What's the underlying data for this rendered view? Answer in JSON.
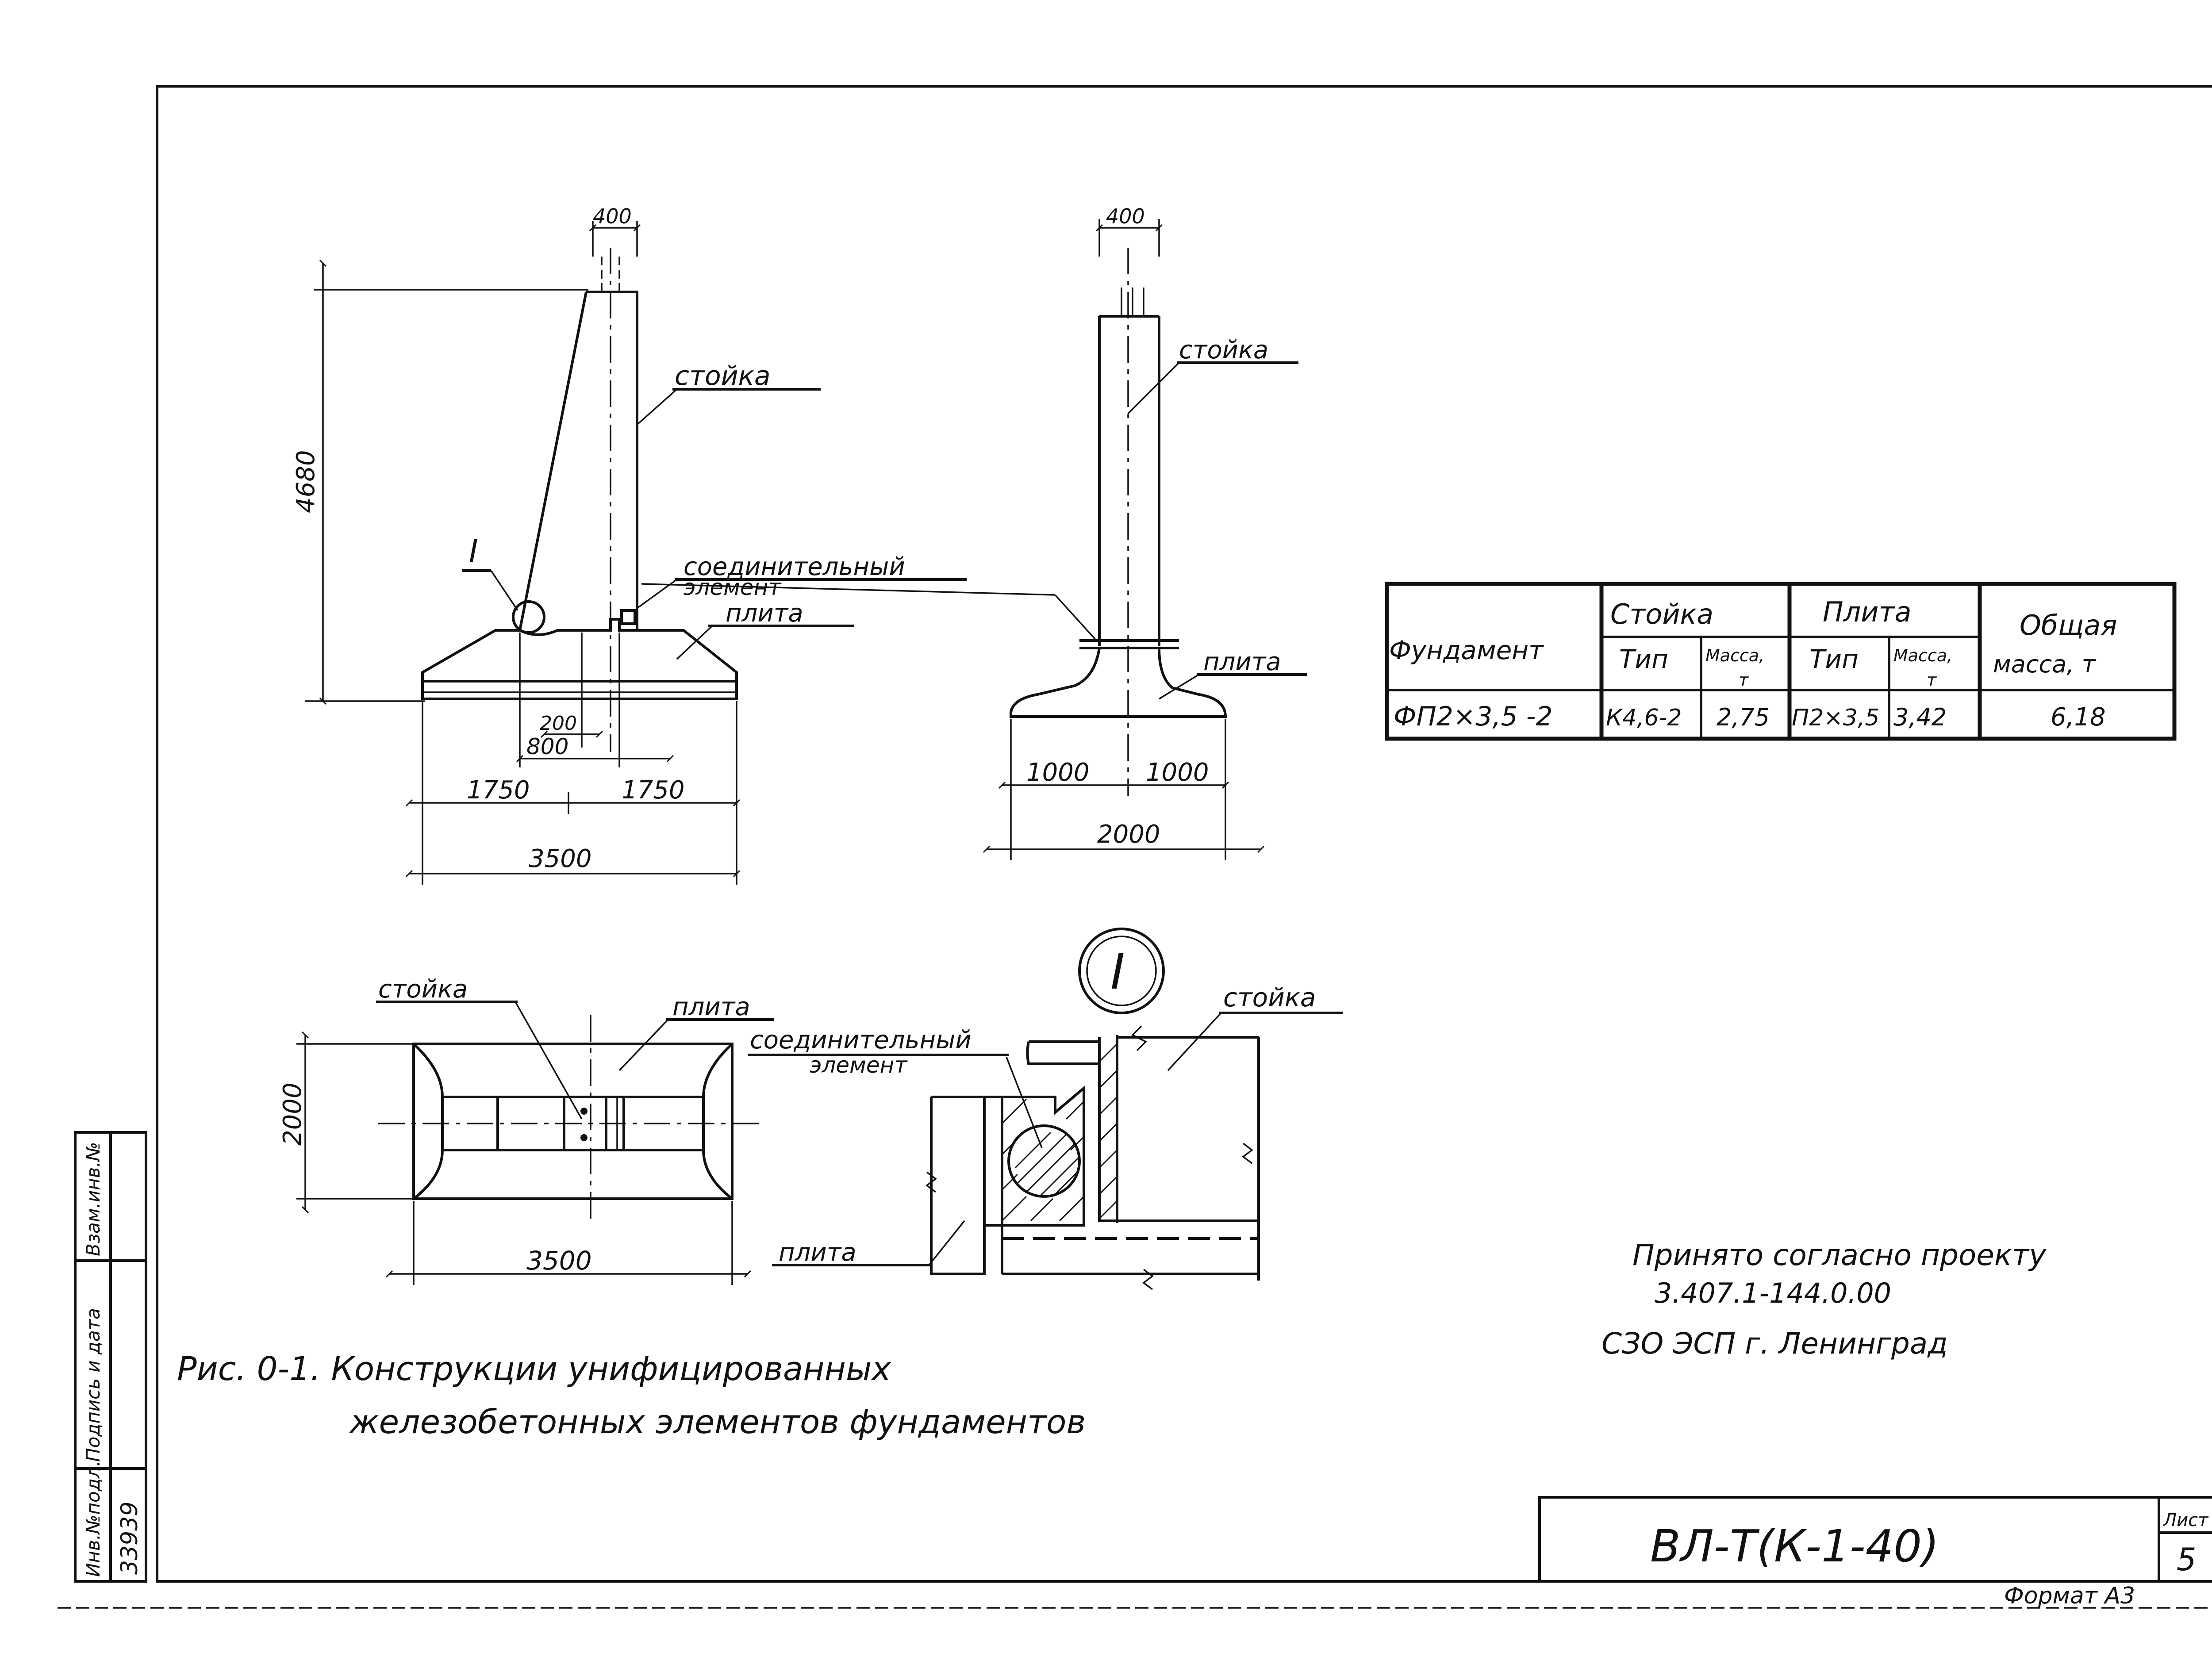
{
  "elevation_front": {
    "dim_top": "400",
    "dim_height": "4680",
    "label_post": "стойка",
    "label_detail_mark": "I",
    "label_connector_1": "соединительный",
    "label_connector_2": "элемент",
    "label_slab": "плита",
    "dim_200": "200",
    "dim_800": "800",
    "dim_left": "1750",
    "dim_right": "1750",
    "dim_total": "3500"
  },
  "elevation_side": {
    "dim_top": "400",
    "label_post": "стойка",
    "label_slab": "плита",
    "dim_left": "1000",
    "dim_right": "1000",
    "dim_total": "2000"
  },
  "plan_view": {
    "label_post": "стойка",
    "label_slab": "плита",
    "dim_width": "2000",
    "dim_length": "3500"
  },
  "detail": {
    "mark": "I",
    "label_post": "стойка",
    "label_connector_1": "соединительный",
    "label_connector_2": "элемент",
    "label_slab": "плита"
  },
  "table": {
    "head_foundation": "Фундамент",
    "head_post": "Стойка",
    "head_slab": "Плита",
    "head_total_1": "Общая",
    "head_total_2": "масса, т",
    "sub_type": "Тип",
    "sub_mass_1": "Масса,",
    "sub_mass_2": "т",
    "sub_type_2": "Тип",
    "sub_mass2_1": "Масса,",
    "sub_mass2_2": "т",
    "row": {
      "foundation": "ФП2×3,5 -2",
      "post_type": "К4,6-2",
      "post_mass": "2,75",
      "slab_type": "П2×3,5",
      "slab_mass": "3,42",
      "total_mass": "6,18"
    }
  },
  "caption": {
    "line1": "Рис. 0-1. Конструкции унифицированных",
    "line2": "железобетонных элементов фундаментов"
  },
  "note": {
    "line1": "Принято согласно проекту",
    "line2": "3.407.1-144.0.00",
    "line3": "СЗО ЭСП г. Ленинград"
  },
  "side_stamp": {
    "col1": "Инв.№подл.",
    "col2": "Подпись и дата",
    "col3": "Взам.инв.№",
    "number": "33939"
  },
  "title_block": {
    "code": "ВЛ-Т(К-1-40)",
    "sheet_label": "Лист",
    "sheet_number": "5"
  },
  "format_label": "Формат А3"
}
